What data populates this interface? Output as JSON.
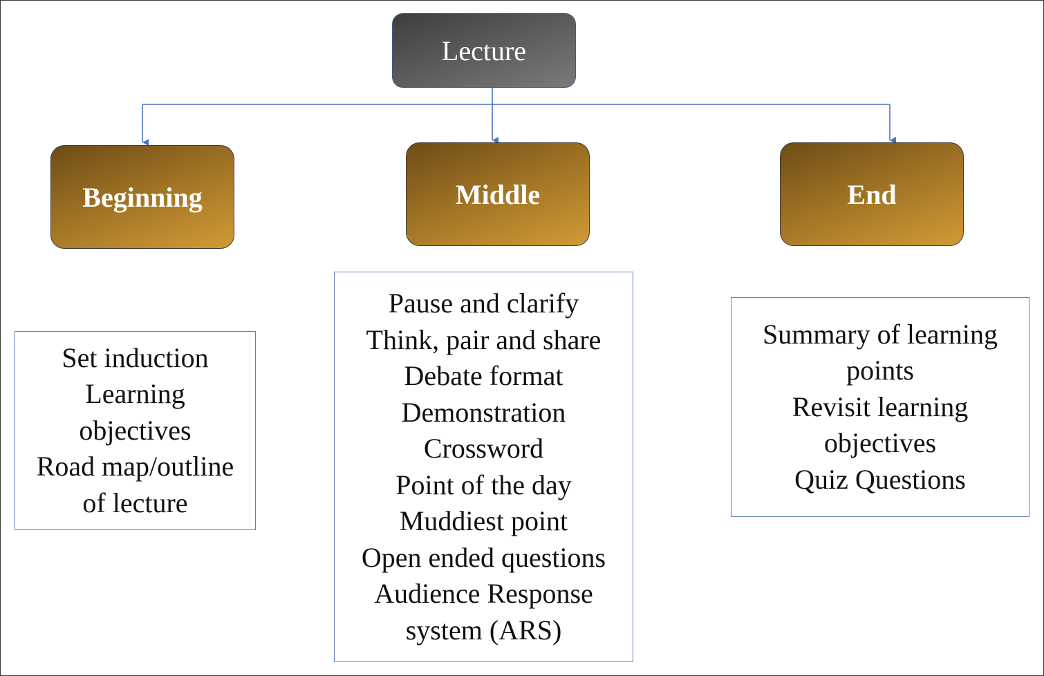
{
  "diagram": {
    "root": {
      "label": "Lecture"
    },
    "phases": [
      {
        "label": "Beginning",
        "items": [
          "Set induction",
          "Learning",
          "objectives",
          "Road map/outline",
          "of lecture"
        ]
      },
      {
        "label": "Middle",
        "items": [
          "Pause and clarify",
          "Think, pair and share",
          "Debate format",
          "Demonstration",
          "Crossword",
          "Point of the day",
          "Muddiest point",
          "Open ended questions",
          "Audience Response",
          "system (ARS)"
        ]
      },
      {
        "label": "End",
        "items": [
          "Summary of learning",
          "points",
          "Revisit learning",
          "objectives",
          "Quiz Questions"
        ]
      }
    ]
  },
  "colors": {
    "root_fill": "#5c5c5c",
    "phase_fill": "#9d7124",
    "connector": "#4a72c4",
    "detail_border": "#5b7fc0"
  }
}
